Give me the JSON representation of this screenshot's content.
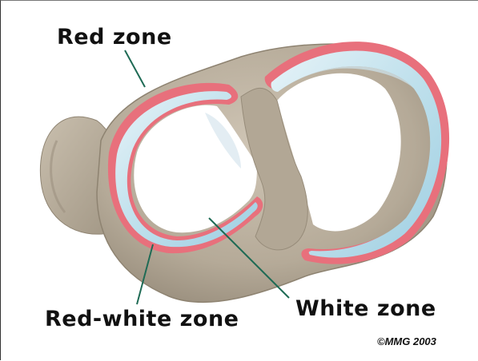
{
  "labels": {
    "red_zone": "Red zone",
    "red_white_zone": "Red-white zone",
    "white_zone": "White zone"
  },
  "copyright": "©MMG 2003",
  "colors": {
    "bone": "#bdb2a1",
    "bone_shadow": "#9e9382",
    "red_rim": "#e8707c",
    "red_white": "#f2b7c2",
    "white_zone": "#b9dbe9"
  }
}
